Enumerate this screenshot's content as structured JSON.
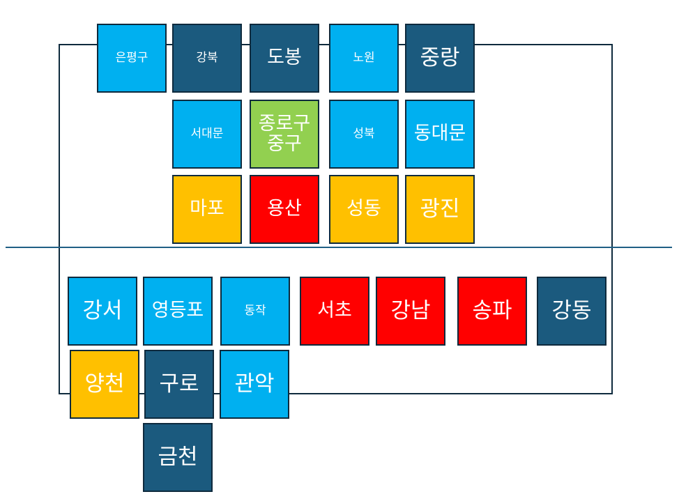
{
  "palette": {
    "light_blue": "#00b0f0",
    "dark_blue": "#1b5a7e",
    "green": "#92d050",
    "yellow": "#ffc000",
    "red": "#ff0000"
  },
  "districts": [
    {
      "id": "eunpyeong",
      "label": "은평구",
      "color": "light_blue"
    },
    {
      "id": "gangbuk",
      "label": "강북",
      "color": "dark_blue"
    },
    {
      "id": "dobong",
      "label": "도봉",
      "color": "dark_blue"
    },
    {
      "id": "nowon",
      "label": "노원",
      "color": "light_blue"
    },
    {
      "id": "jungnang",
      "label": "중랑",
      "color": "dark_blue"
    },
    {
      "id": "seodaemun",
      "label": "서대문",
      "color": "light_blue"
    },
    {
      "id": "jongno-jung",
      "label": "종로구\n중구",
      "color": "green"
    },
    {
      "id": "seongbuk",
      "label": "성북",
      "color": "light_blue"
    },
    {
      "id": "dongdaemun",
      "label": "동대문",
      "color": "light_blue"
    },
    {
      "id": "mapo",
      "label": "마포",
      "color": "yellow"
    },
    {
      "id": "yongsan",
      "label": "용산",
      "color": "red"
    },
    {
      "id": "seongdong",
      "label": "성동",
      "color": "yellow"
    },
    {
      "id": "gwangjin",
      "label": "광진",
      "color": "yellow"
    },
    {
      "id": "gangseo",
      "label": "강서",
      "color": "light_blue"
    },
    {
      "id": "yeongdeungpo",
      "label": "영등포",
      "color": "light_blue"
    },
    {
      "id": "dongjak",
      "label": "동작",
      "color": "light_blue"
    },
    {
      "id": "seocho",
      "label": "서초",
      "color": "red"
    },
    {
      "id": "gangnam",
      "label": "강남",
      "color": "red"
    },
    {
      "id": "songpa",
      "label": "송파",
      "color": "red"
    },
    {
      "id": "gangdong",
      "label": "강동",
      "color": "dark_blue"
    },
    {
      "id": "yangcheon",
      "label": "양천",
      "color": "yellow"
    },
    {
      "id": "guro",
      "label": "구로",
      "color": "dark_blue"
    },
    {
      "id": "gwanak",
      "label": "관악",
      "color": "light_blue"
    },
    {
      "id": "geumcheon",
      "label": "금천",
      "color": "dark_blue"
    }
  ]
}
